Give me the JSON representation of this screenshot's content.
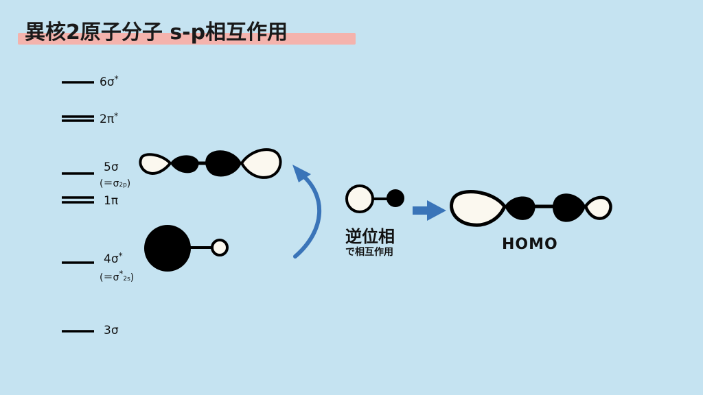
{
  "title": "異核2原子分子 s-p相互作用",
  "levels": {
    "l6sigma": "6σ",
    "l2pi": "2π",
    "l5sigma": "5σ",
    "l5sigma_note": "(＝σ",
    "l5sigma_note_sub": "2p",
    "l1pi": "1π",
    "l4sigma": "4σ",
    "l4sigma_note": "(＝σ",
    "l4sigma_note_sub": "2s",
    "l3sigma": "3σ",
    "star": "*",
    "close_paren": ")"
  },
  "annotation": {
    "main": "逆位相",
    "sub": "で相互作用"
  },
  "result_label": "HOMO",
  "colors": {
    "background": "#c5e3f1",
    "highlight": "#f4b3ad",
    "arrow": "#3a74b8",
    "lobe_dark": "#000000",
    "lobe_light": "#fbf8ef"
  }
}
